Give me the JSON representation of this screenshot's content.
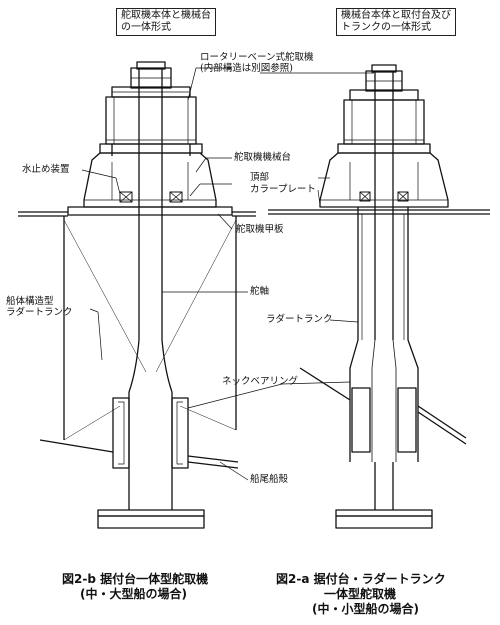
{
  "labels": {
    "left_header_line1": "舵取機本体と機械台",
    "left_header_line2": "の一体形式",
    "right_header_line1": "機械台本体と取付台及び",
    "right_header_line2": "トランクの一体形式",
    "rotary_vane_line1": "ロータリーベーン式舵取機",
    "rotary_vane_line2": "(内部構造は別図参照)",
    "steering_machine_base": "舵取機機械台",
    "top_label": "頂部",
    "collar_plate": "カラープレート",
    "water_seal": "水止め装置",
    "steering_deck": "舵取機甲板",
    "rudder_stock": "舵軸",
    "hull_trunk_line1": "船体構造型",
    "hull_trunk_line2": "ラダートランク",
    "rudder_trunk": "ラダートランク",
    "neck_bearing": "ネックベアリング",
    "stern_shell": "船尾船殻"
  },
  "captions": {
    "left_line1": "図2-b  据付台一体型舵取機",
    "left_line2": "(中・大型船の場合)",
    "right_line1": "図2-a  据付台・ラダートランク",
    "right_line2": "一体型舵取機",
    "right_line3": "(中・小型船の場合)"
  }
}
